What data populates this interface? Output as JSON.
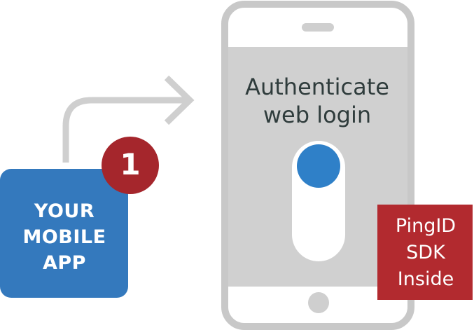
{
  "phone": {
    "screen_text_line1": "Authenticate",
    "screen_text_line2": "web login"
  },
  "app_tile": {
    "line1": "YOUR",
    "line2": "MOBILE",
    "line3": "APP"
  },
  "notification_badge": {
    "count": "1"
  },
  "sdk_label": {
    "line1": "PingID",
    "line2": "SDK",
    "line3": "Inside"
  },
  "colors": {
    "phone_frame": "#c8c8c8",
    "phone_screen": "#d0d0d0",
    "app_tile": "#3479bd",
    "badge": "#a5262c",
    "sdk_box": "#b22a2f",
    "toggle_knob": "#2f80c8",
    "arrow": "#cfcfcf",
    "screen_text": "#2f3c3c"
  }
}
